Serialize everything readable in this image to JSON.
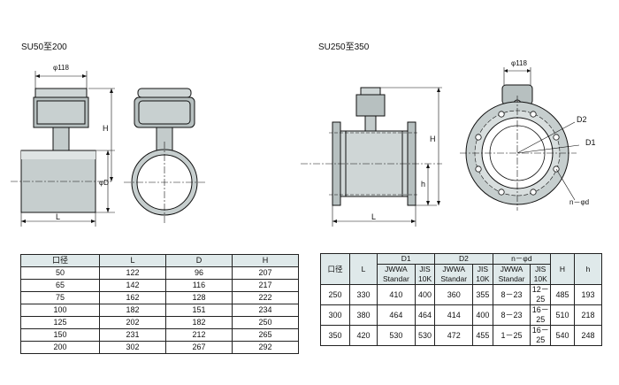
{
  "drawing_left": {
    "title": "SU50至200",
    "phi118": "φ118",
    "H": "H",
    "phiD": "φD",
    "L": "L"
  },
  "drawing_right": {
    "title": "SU250至350",
    "phi118": "φ118",
    "H": "H",
    "h": "h",
    "L": "L",
    "D1": "D1",
    "D2": "D2",
    "n_phi_d": "n－φd"
  },
  "table_small": {
    "headers": [
      "口径",
      "L",
      "D",
      "H"
    ],
    "rows": [
      [
        "50",
        "122",
        "96",
        "207"
      ],
      [
        "65",
        "142",
        "116",
        "217"
      ],
      [
        "75",
        "162",
        "128",
        "222"
      ],
      [
        "100",
        "182",
        "151",
        "234"
      ],
      [
        "125",
        "202",
        "182",
        "250"
      ],
      [
        "150",
        "231",
        "212",
        "265"
      ],
      [
        "200",
        "302",
        "267",
        "292"
      ]
    ]
  },
  "table_large": {
    "h_caliber": "口径",
    "h_L": "L",
    "h_D1": "D1",
    "h_D2": "D2",
    "h_nphid": "n－φd",
    "h_H": "H",
    "h_h": "h",
    "sub_jwwa": "JWWA Standar",
    "sub_jis": "JIS 10K",
    "rows": [
      [
        "250",
        "330",
        "410",
        "400",
        "360",
        "355",
        "8－23",
        "12－25",
        "485",
        "193"
      ],
      [
        "300",
        "380",
        "464",
        "464",
        "414",
        "400",
        "8－23",
        "16－25",
        "510",
        "218"
      ],
      [
        "350",
        "420",
        "530",
        "530",
        "472",
        "455",
        "1－25",
        "16－25",
        "540",
        "248"
      ]
    ]
  }
}
